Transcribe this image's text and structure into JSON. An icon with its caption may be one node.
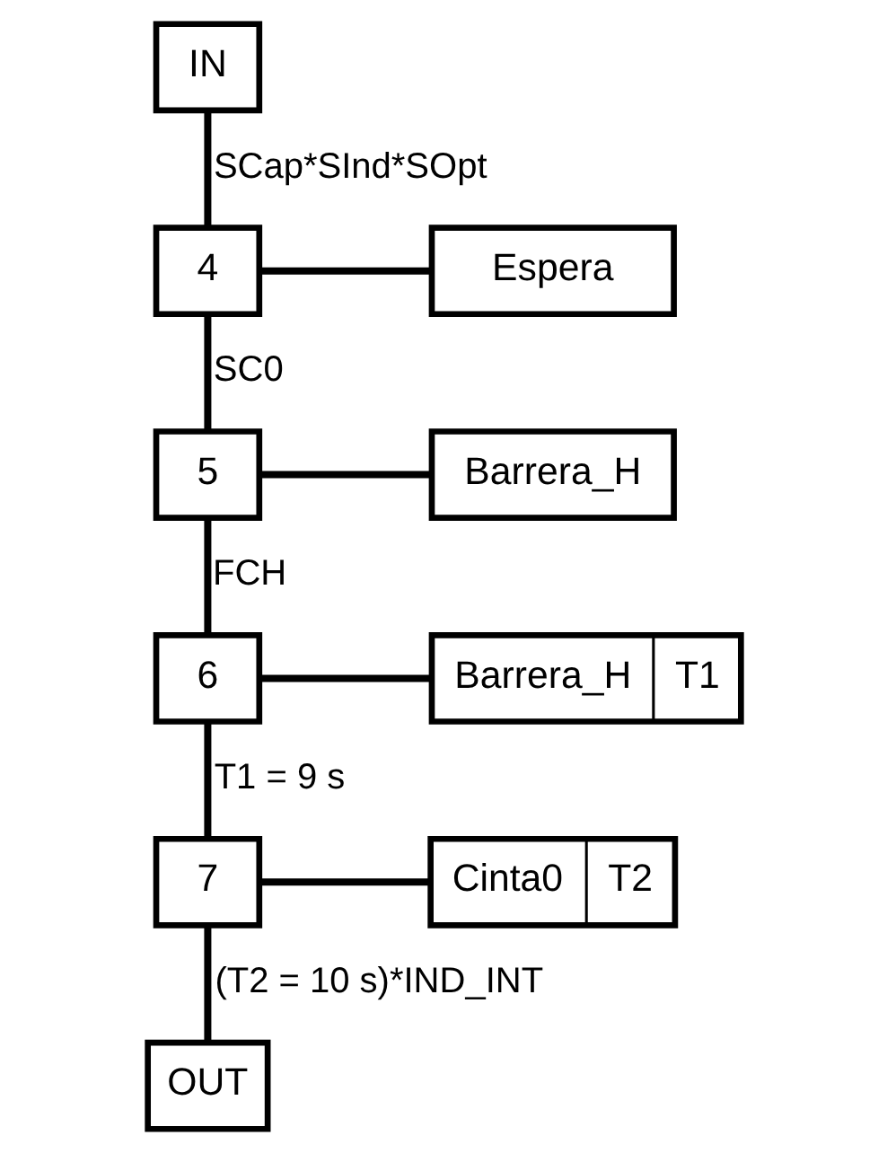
{
  "diagram": {
    "nodes": [
      {
        "text": [
          "IN"
        ]
      },
      {
        "text": [
          "4"
        ]
      },
      {
        "text": [
          "Espera"
        ]
      },
      {
        "text": [
          "5"
        ]
      },
      {
        "text": [
          "Barrera_H"
        ]
      },
      {
        "text": [
          "6"
        ]
      },
      {
        "text": [
          "Barrera_H",
          "T1"
        ]
      },
      {
        "text": [
          "7"
        ]
      },
      {
        "text": [
          "Cinta0",
          "T2"
        ]
      },
      {
        "text": [
          "OUT"
        ]
      }
    ],
    "edges": [
      {
        "from": 0,
        "to": 1,
        "arrow": "none",
        "label": "SCap*SInd*SOpt"
      },
      {
        "from": 1,
        "to": 2,
        "arrow": "none"
      },
      {
        "from": 1,
        "to": 3,
        "arrow": "none",
        "label": "SC0"
      },
      {
        "from": 3,
        "to": 4,
        "arrow": "none"
      },
      {
        "from": 3,
        "to": 5,
        "arrow": "none",
        "label": "FCH"
      },
      {
        "from": 5,
        "to": 6,
        "arrow": "none"
      },
      {
        "from": 5,
        "to": 7,
        "arrow": "none",
        "label": "T1 = 9 s"
      },
      {
        "from": 7,
        "to": 8,
        "arrow": "none"
      },
      {
        "from": 7,
        "to": 9,
        "arrow": "none",
        "label": "(T2 = 10 s)*IND_INT"
      }
    ]
  }
}
